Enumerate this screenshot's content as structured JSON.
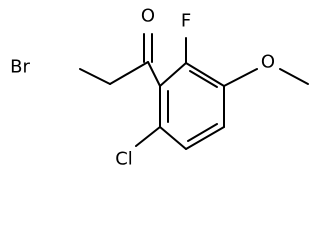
{
  "structure": {
    "atoms": {
      "oxygen_carbonyl": "O",
      "fluorine": "F",
      "bromine": "Br",
      "oxygen_methoxy": "O",
      "chlorine": "Cl"
    }
  }
}
